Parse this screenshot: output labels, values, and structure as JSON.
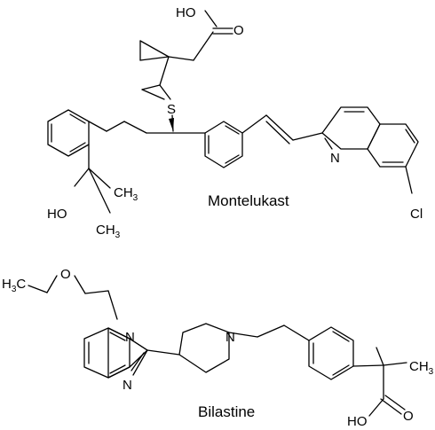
{
  "molecules": [
    {
      "name": "Montelukast",
      "labels": {
        "hydroxyl_acid": "HO",
        "carbonyl_o": "O",
        "sulfur": "S",
        "nitrogen": "N",
        "chlorine": "Cl",
        "alcohol_oh": "HO",
        "methyl_1": "CH",
        "methyl_1_sub": "3",
        "methyl_2": "CH",
        "methyl_2_sub": "3"
      }
    },
    {
      "name": "Bilastine",
      "labels": {
        "ethyl_h": "H",
        "ethyl_h_sub": "3",
        "ethyl_c": "C",
        "ether_o": "O",
        "benzimidazole_n1": "N",
        "benzimidazole_n2": "N",
        "piperidine_n": "N",
        "methyl": "CH",
        "methyl_sub": "3",
        "hydroxyl_acid": "HO",
        "carbonyl_o": "O"
      }
    }
  ]
}
